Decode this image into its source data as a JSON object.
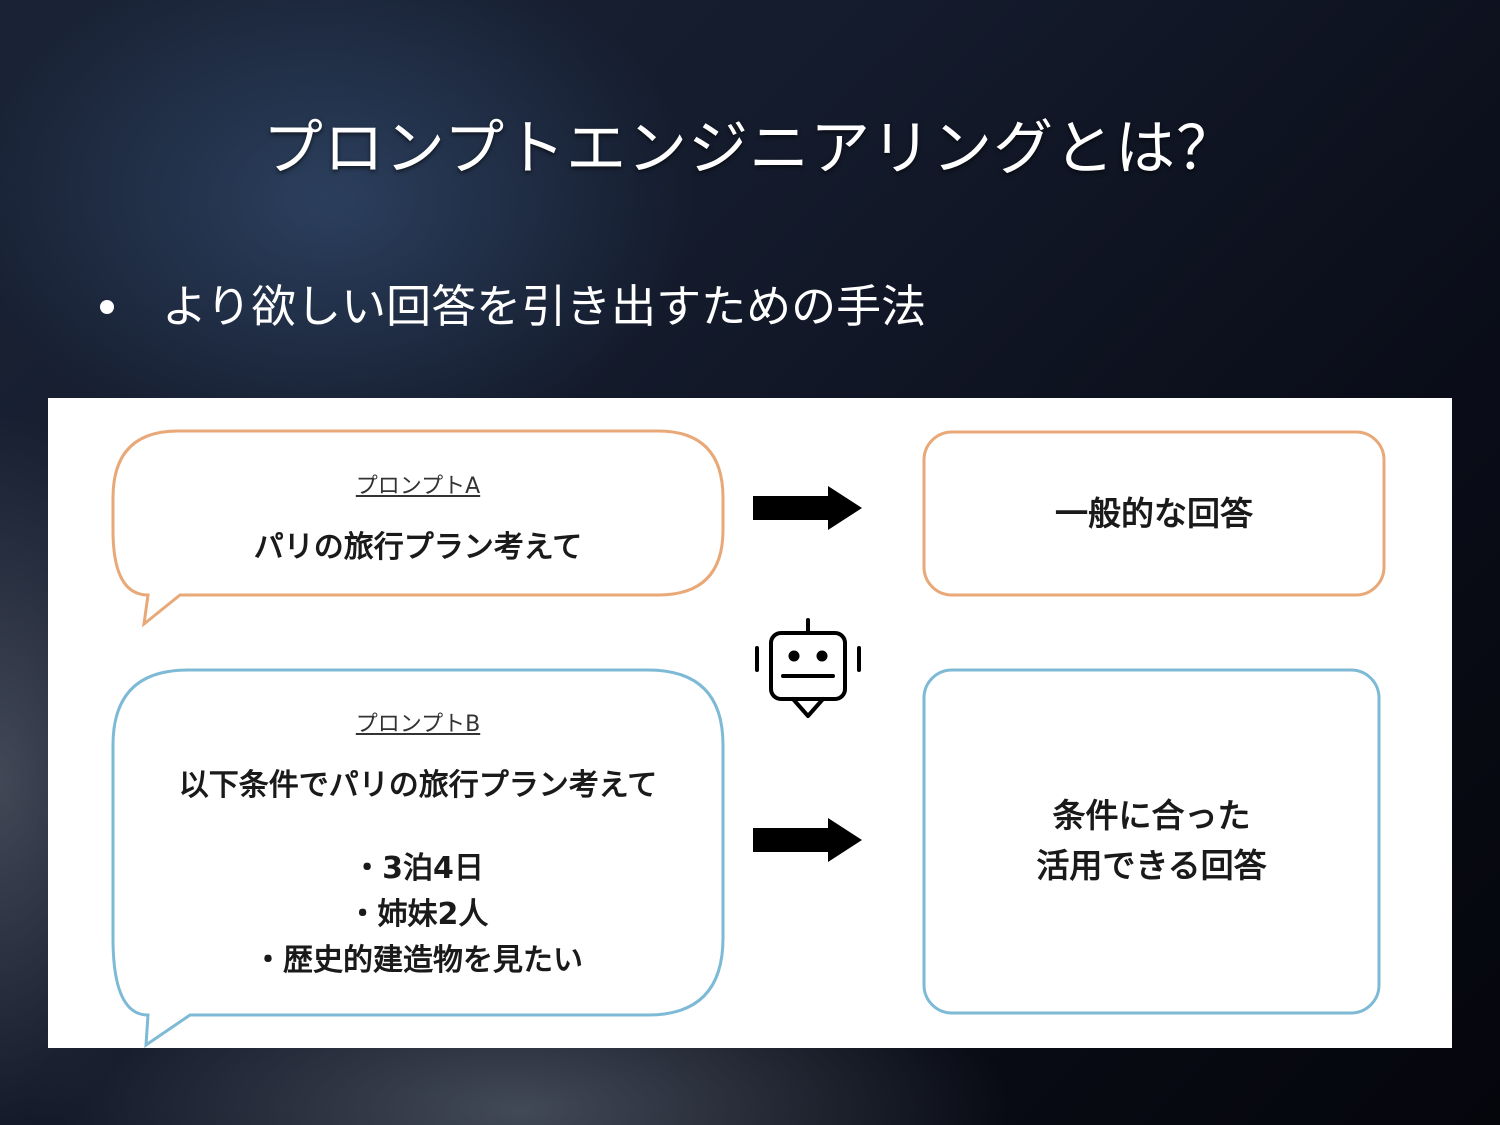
{
  "slide": {
    "title": "プロンプトエンジニアリングとは？",
    "bullet": "より欲しい回答を引き出すための手法"
  },
  "diagram": {
    "prompt_a": {
      "label": "プロンプトA",
      "text": "パリの旅行プラン考えて"
    },
    "prompt_b": {
      "label": "プロンプトB",
      "text": "以下条件でパリの旅行プラン考えて",
      "conditions": [
        "・3泊4日",
        "・姉妹2人",
        "・歴史的建造物を見たい"
      ]
    },
    "result_a": {
      "text": "一般的な回答"
    },
    "result_b": {
      "line1": "条件に合った",
      "line2": "活用できる回答"
    },
    "colors": {
      "prompt_a_border": "#e8a878",
      "prompt_b_border": "#7ebad6",
      "arrow": "#000000"
    },
    "icons": {
      "arrow_a": "right-arrow-icon",
      "arrow_b": "right-arrow-icon",
      "ai": "robot-icon"
    }
  }
}
